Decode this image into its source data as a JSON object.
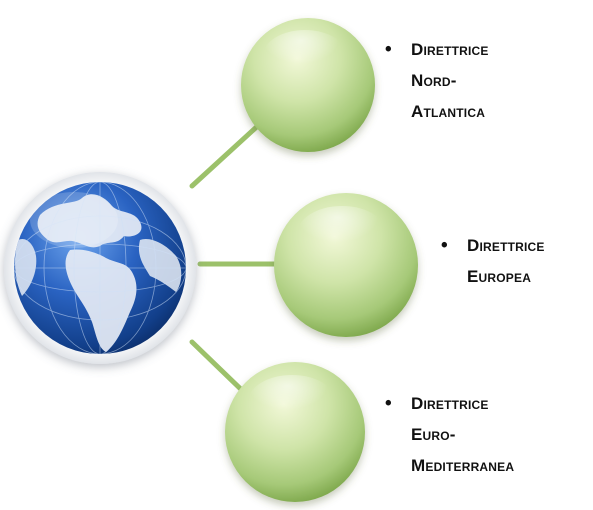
{
  "bullet": "•",
  "colors": {
    "bubble_light": "#eef6d2",
    "bubble_mid": "#bad88c",
    "bubble_dark": "#7da54a",
    "connector": "#9cc16a",
    "globe_ocean": "#1f56b0",
    "globe_land": "#e9eef6",
    "text": "#111111"
  },
  "icons": [
    "globe-icon"
  ],
  "items": [
    {
      "lines": [
        "Direttrice",
        "Nord-",
        "Atlantica"
      ]
    },
    {
      "lines": [
        "Direttrice",
        "Europea"
      ]
    },
    {
      "lines": [
        "Direttrice",
        "Euro-",
        "Mediterranea"
      ]
    }
  ]
}
